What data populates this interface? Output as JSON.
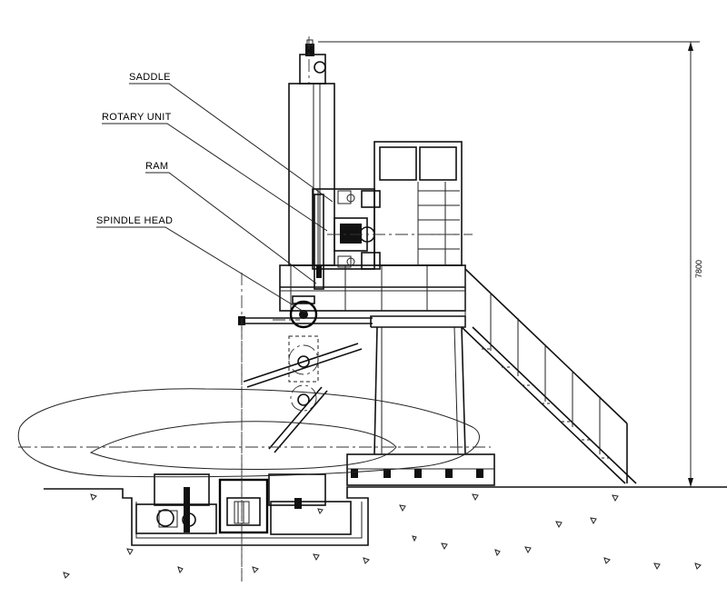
{
  "labels": {
    "saddle": "SADDLE",
    "rotary_unit": "ROTARY UNIT",
    "ram": "RAM",
    "spindle_head": "SPINDLE HEAD"
  },
  "dimension": {
    "height": "7800"
  }
}
